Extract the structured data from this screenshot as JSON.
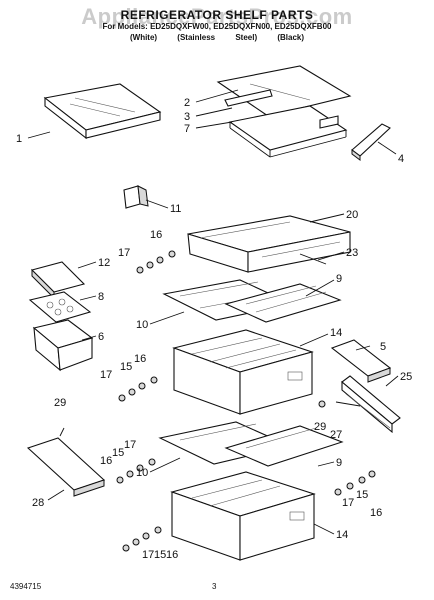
{
  "header": {
    "title": "REFRIGERATOR SHELF PARTS",
    "models": "For Models: ED25DQXFW00, ED25DQXFN00, ED25DQXFB00",
    "colors": "(White) (Stainless Steel) (Black)"
  },
  "watermark": "AppliancePartsPros.com",
  "footer": {
    "doc_number": "4394715",
    "page": "3"
  },
  "callouts": [
    "1",
    "2",
    "3",
    "7",
    "4",
    "11",
    "20",
    "16",
    "17",
    "23",
    "12",
    "9",
    "8",
    "10",
    "6",
    "14",
    "5",
    "17",
    "15",
    "16",
    "25",
    "29",
    "27",
    "29",
    "9",
    "17",
    "15",
    "16",
    "10",
    "28",
    "17",
    "15",
    "16",
    "14",
    "17",
    "15",
    "16"
  ]
}
